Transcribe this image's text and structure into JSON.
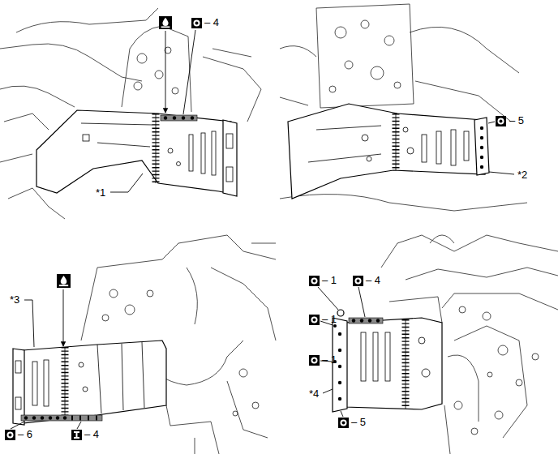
{
  "diagram": {
    "labels": [
      "– 4",
      "*1",
      "– 5",
      "*2",
      "*3",
      "– 6",
      "– 4",
      "– 1",
      "– 4",
      "– 1",
      "– 1",
      "*4",
      "– 5"
    ]
  }
}
